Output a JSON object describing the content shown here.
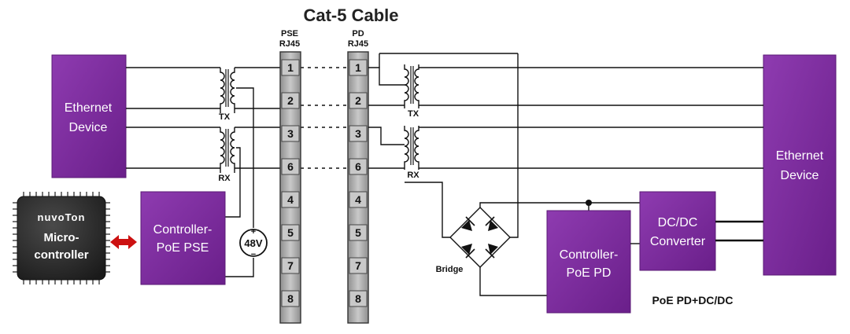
{
  "title": "Cat-5 Cable",
  "pse_jack": {
    "line1": "PSE",
    "line2": "RJ45"
  },
  "pd_jack": {
    "line1": "PD",
    "line2": "RJ45"
  },
  "pins": [
    "1",
    "2",
    "3",
    "6",
    "4",
    "5",
    "7",
    "8"
  ],
  "left_device": {
    "line1": "Ethernet",
    "line2": "Device"
  },
  "right_device": {
    "line1": "Ethernet",
    "line2": "Device"
  },
  "tx_label": "TX",
  "rx_label": "RX",
  "pd_tx_label": "TX",
  "pd_rx_label": "RX",
  "voltage": "48V",
  "plus": "+",
  "minus": "−",
  "chip": {
    "brand": "nuvoTon",
    "line1": "Micro-",
    "line2": "controller"
  },
  "controller_pse": {
    "line1": "Controller-",
    "line2": "PoE PSE"
  },
  "controller_pd": {
    "line1": "Controller-",
    "line2": "PoE PD"
  },
  "dcdc": {
    "line1": "DC/DC",
    "line2": "Converter"
  },
  "bridge_label": "Bridge",
  "caption": "PoE PD+DC/DC",
  "colors": {
    "purple": "#7a2a99",
    "jack_fill": "#a8a8a8",
    "arrow": "#cc1111",
    "chip": "#2b2b2b"
  }
}
